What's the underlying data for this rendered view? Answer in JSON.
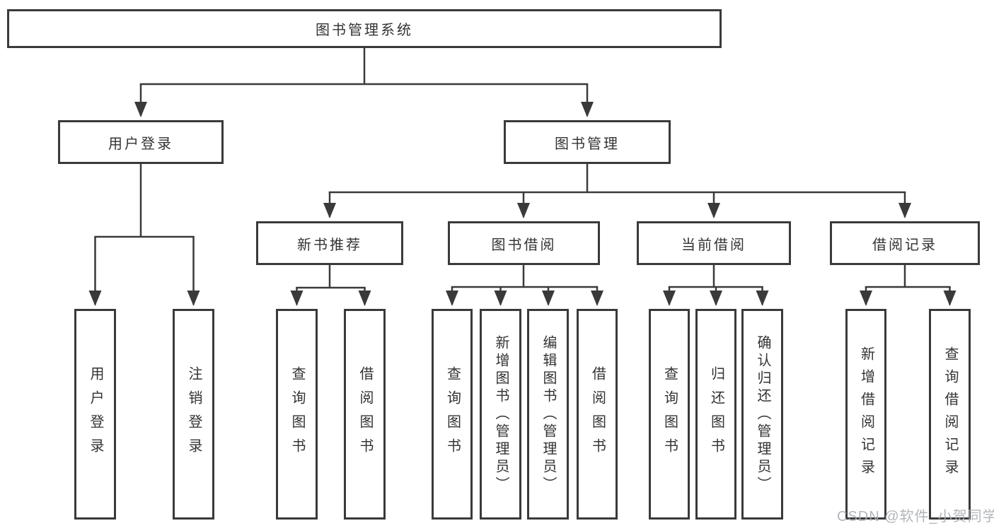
{
  "watermark": {
    "text": "CSDN @软件_小贺同学"
  },
  "colors": {
    "line": "#3a3a3a",
    "text": "#333333",
    "background": "#ffffff",
    "watermark": "#a9aeb4"
  },
  "tree": {
    "label": "图书管理系统",
    "children": [
      {
        "label": "用户登录",
        "children": [
          {
            "label": "用户登录"
          },
          {
            "label": "注销登录"
          }
        ]
      },
      {
        "label": "图书管理",
        "children": [
          {
            "label": "新书推荐",
            "children": [
              {
                "label": "查询图书"
              },
              {
                "label": "借阅图书"
              }
            ]
          },
          {
            "label": "图书借阅",
            "children": [
              {
                "label": "查询图书"
              },
              {
                "label": "新增图书（管理员）"
              },
              {
                "label": "编辑图书（管理员）"
              },
              {
                "label": "借阅图书"
              }
            ]
          },
          {
            "label": "当前借阅",
            "children": [
              {
                "label": "查询图书"
              },
              {
                "label": "归还图书"
              },
              {
                "label": "确认归还（管理员）"
              }
            ]
          },
          {
            "label": "借阅记录",
            "children": [
              {
                "label": "新增借阅记录"
              },
              {
                "label": "查询借阅记录"
              }
            ]
          }
        ]
      }
    ]
  }
}
